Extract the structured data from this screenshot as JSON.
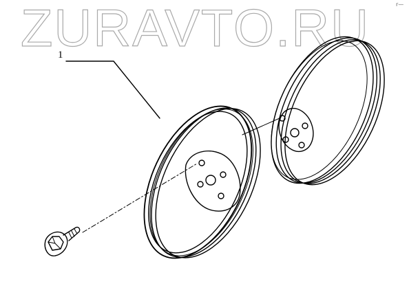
{
  "watermark": {
    "text": "ZURAVTO.RU"
  },
  "corner_mark": {
    "text": "r—"
  },
  "callouts": [
    {
      "label": "1",
      "part": "pulley"
    }
  ],
  "parts": {
    "pulley": {
      "name": "pulley"
    },
    "pulley_mounted": {
      "name": "pulley-mounted"
    },
    "bolt": {
      "name": "bolt"
    }
  },
  "colors": {
    "line": "#000000",
    "watermark_stroke": "#a9a9a9",
    "background": "#ffffff"
  }
}
